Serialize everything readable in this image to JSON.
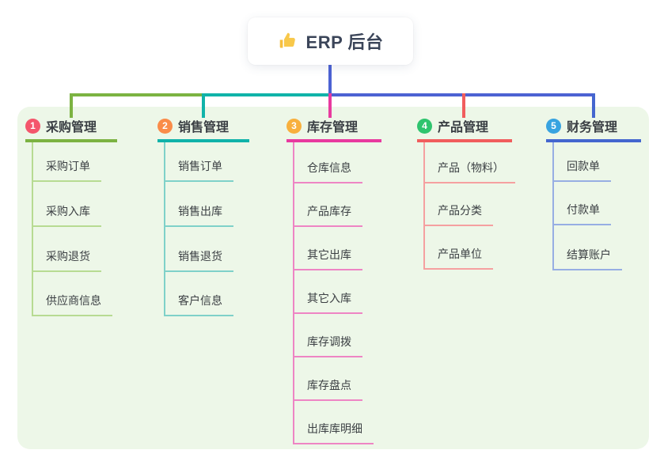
{
  "root": {
    "title": "ERP 后台",
    "icon": "thumbs-up-icon",
    "icon_color": "#f6bf3f"
  },
  "connectors": {
    "root_color": "#4c62d3"
  },
  "panel": {
    "background": "#edf7e8"
  },
  "branches": [
    {
      "index": "1",
      "label": "采购管理",
      "badge_color": "#f4566c",
      "line_color": "#7cb342",
      "child_line_color": "#b7db92",
      "children": [
        "采购订单",
        "采购入库",
        "采购退货",
        "供应商信息"
      ]
    },
    {
      "index": "2",
      "label": "销售管理",
      "badge_color": "#fa8c49",
      "line_color": "#10b3a9",
      "child_line_color": "#7fd1c9",
      "children": [
        "销售订单",
        "销售出库",
        "销售退货",
        "客户信息"
      ]
    },
    {
      "index": "3",
      "label": "库存管理",
      "badge_color": "#f8b03d",
      "line_color": "#e83a9f",
      "child_line_color": "#ee85c4",
      "children": [
        "仓库信息",
        "产品库存",
        "其它出库",
        "其它入库",
        "库存调拨",
        "库存盘点",
        "出库库明细"
      ]
    },
    {
      "index": "4",
      "label": "产品管理",
      "badge_color": "#2fc46e",
      "line_color": "#f15d5d",
      "child_line_color": "#f5a0a0",
      "children": [
        "产品（物料）",
        "产品分类",
        "产品单位"
      ]
    },
    {
      "index": "5",
      "label": "财务管理",
      "badge_color": "#38a3e0",
      "line_color": "#4466cf",
      "child_line_color": "#97aee3",
      "children": [
        "回款单",
        "付款单",
        "结算账户"
      ]
    }
  ]
}
